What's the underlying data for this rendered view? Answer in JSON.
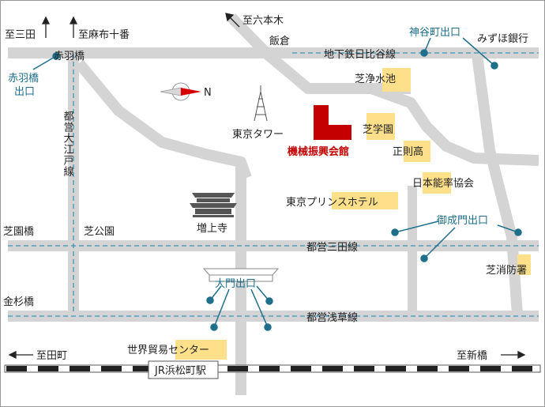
{
  "colors": {
    "road": "#d4d4d4",
    "subway": "#3e93b3",
    "exit_text": "#1f6f8b",
    "highlight": "#ffe08a",
    "destination": "#c40000"
  },
  "compass": {
    "label": "N"
  },
  "directions": {
    "to_mita": "至三田",
    "to_azabu_juban": "至麻布十番",
    "to_roppongi": "至六本木",
    "to_tamachi": "至田町",
    "to_shimbashi": "至新橋"
  },
  "intersections": {
    "akabanebashi": "赤羽橋",
    "iikura": "飯倉",
    "shibazonobashi": "芝園橋",
    "shibakoen": "芝公園",
    "kanasugibashi": "金杉橋"
  },
  "roads": {
    "hibiya_line": "地下鉄日比谷線",
    "oedo_line": "都営大江戸線",
    "mita_line": "都営三田線",
    "asakusa_line": "都営浅草線"
  },
  "exits": {
    "akabanebashi_exit_line1": "赤羽橋",
    "akabanebashi_exit_line2": "出口",
    "kamiyacho_exit": "神谷町出口",
    "onarimon_exit": "御成門出口",
    "daimon_exit": "大門出口"
  },
  "landmarks": {
    "tokyo_tower": "東京タワー",
    "zojoji": "増上寺",
    "prince_hotel": "東京プリンスホテル",
    "shiba_josuiike": "芝浄水池",
    "shiba_gakuen": "芝学園",
    "seisoku": "正則高",
    "jma": "日本能率協会",
    "mizuho": "みずほ銀行",
    "fire_station": "芝消防署",
    "wtc": "世界貿易センター"
  },
  "destination": "機械振興会館",
  "station": "JR浜松町駅"
}
